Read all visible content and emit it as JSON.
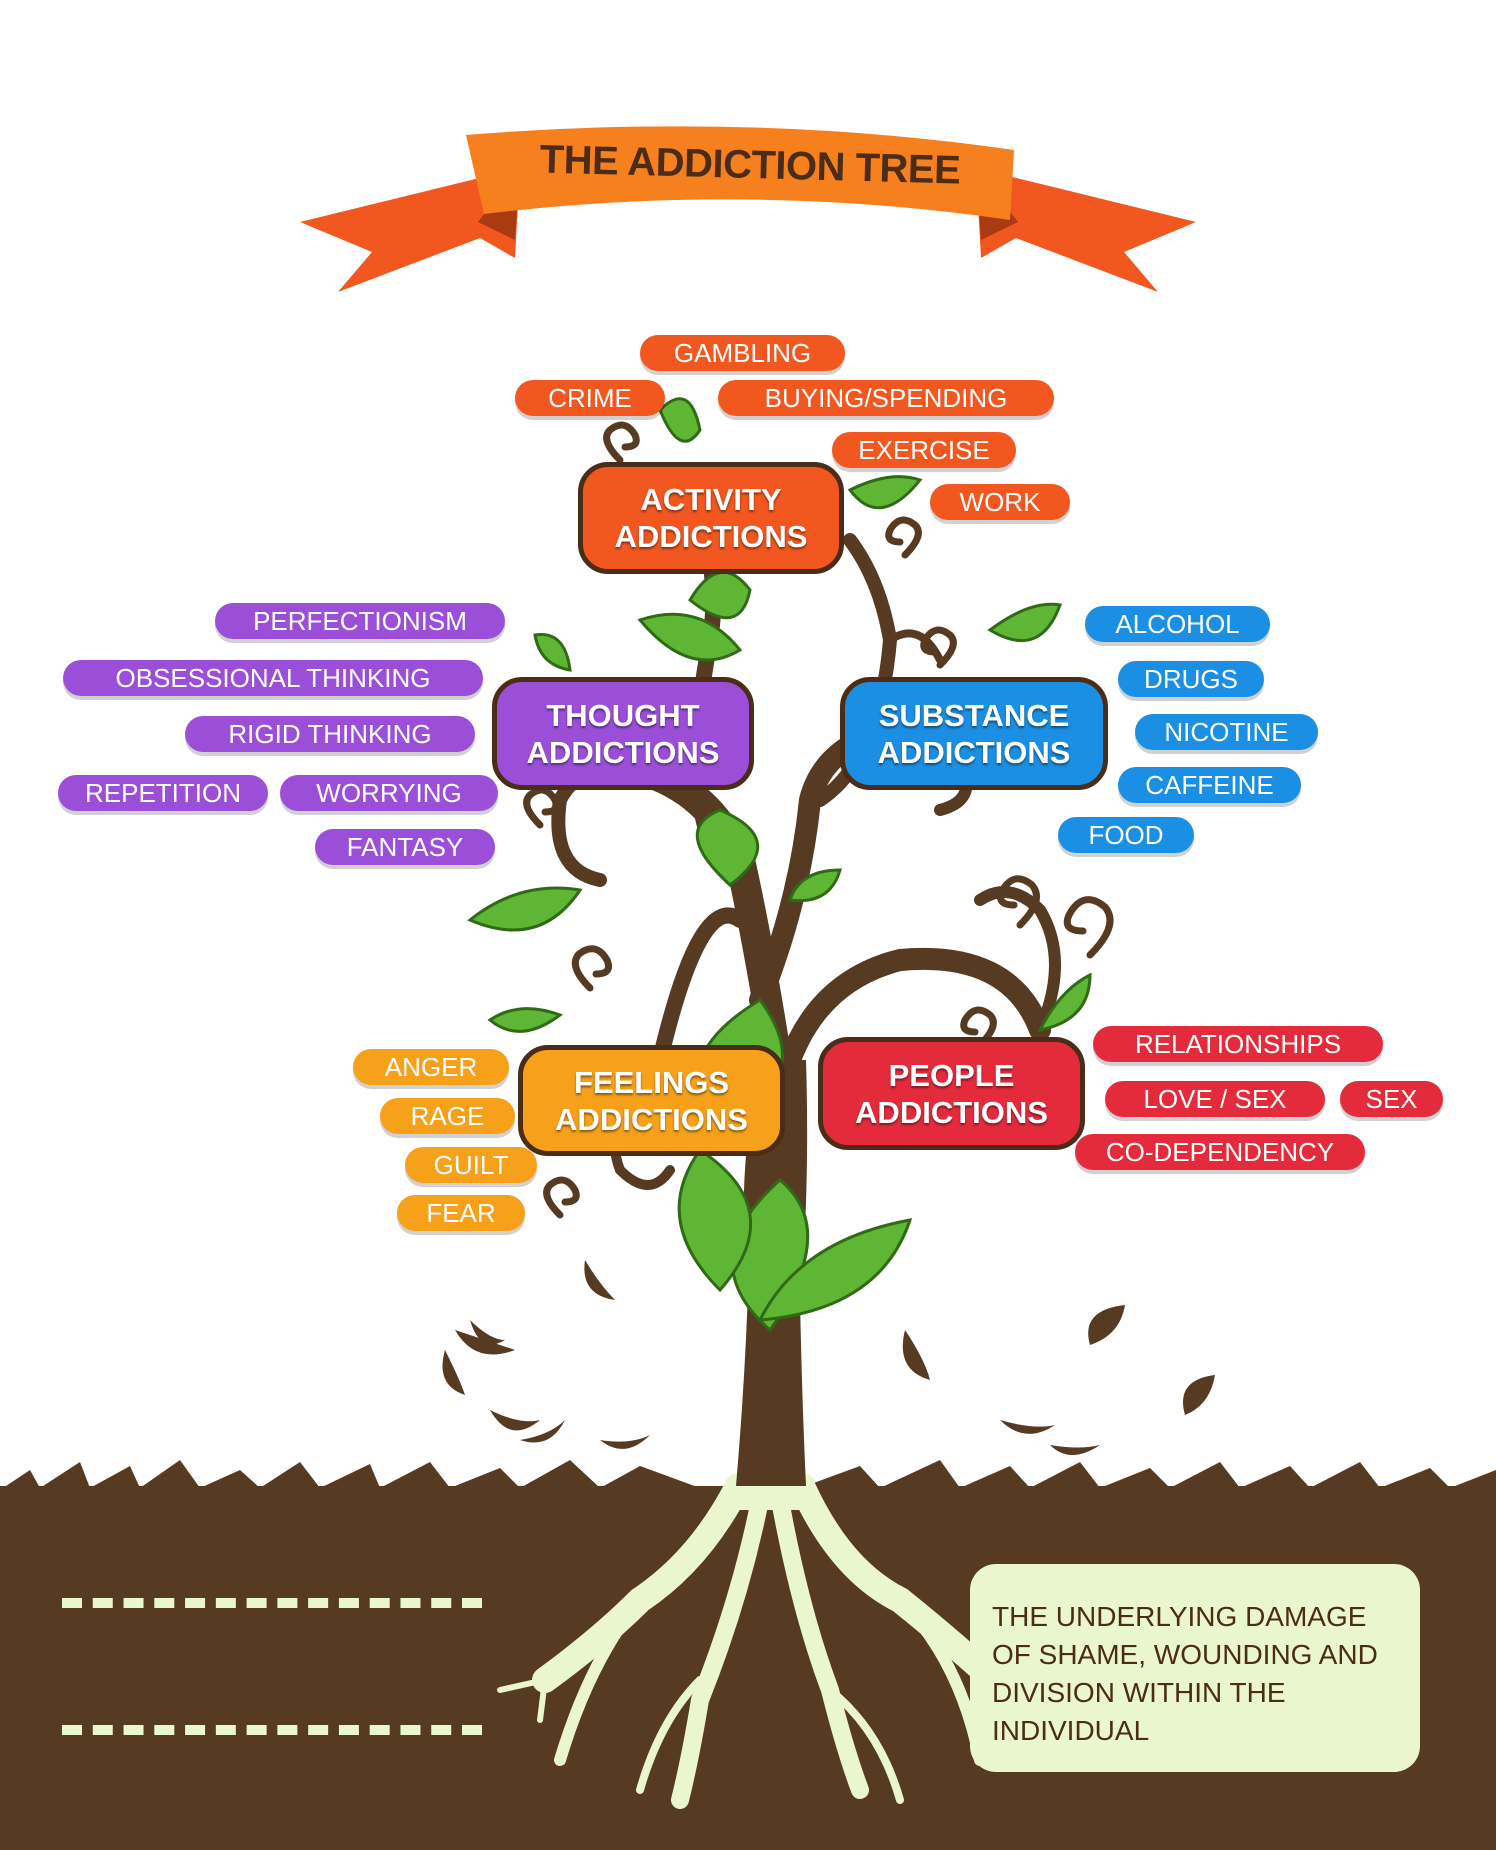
{
  "title": "THE ADDICTION TREE",
  "categories": {
    "activity": {
      "line1": "ACTIVITY",
      "line2": "ADDICTIONS",
      "color": "#f2571f",
      "items": [
        "GAMBLING",
        "CRIME",
        "BUYING/SPENDING",
        "EXERCISE",
        "WORK"
      ]
    },
    "thought": {
      "line1": "THOUGHT",
      "line2": "ADDICTIONS",
      "color": "#9b4fd9",
      "items": [
        "PERFECTIONISM",
        "OBSESSIONAL THINKING",
        "RIGID THINKING",
        "REPETITION",
        "WORRYING",
        "FANTASY"
      ]
    },
    "substance": {
      "line1": "SUBSTANCE",
      "line2": "ADDICTIONS",
      "color": "#1a8fe3",
      "items": [
        "ALCOHOL",
        "DRUGS",
        "NICOTINE",
        "CAFFEINE",
        "FOOD"
      ]
    },
    "feelings": {
      "line1": "FEELINGS",
      "line2": "ADDICTIONS",
      "color": "#f7a11a",
      "items": [
        "ANGER",
        "RAGE",
        "GUILT",
        "FEAR"
      ]
    },
    "people": {
      "line1": "PEOPLE",
      "line2": "ADDICTIONS",
      "color": "#e42b3c",
      "items": [
        "RELATIONSHIPS",
        "LOVE / SEX",
        "SEX",
        "CO-DEPENDENCY"
      ]
    }
  },
  "roots_note": "THE UNDERLYING DAMAGE OF SHAME, WOUNDING AND DIVISION WITHIN THE INDIVIDUAL",
  "colors": {
    "brown": "#4b2c17",
    "leaf": "#5fb534",
    "ribbon": "#f7681e",
    "root": "#eaf6cd"
  }
}
